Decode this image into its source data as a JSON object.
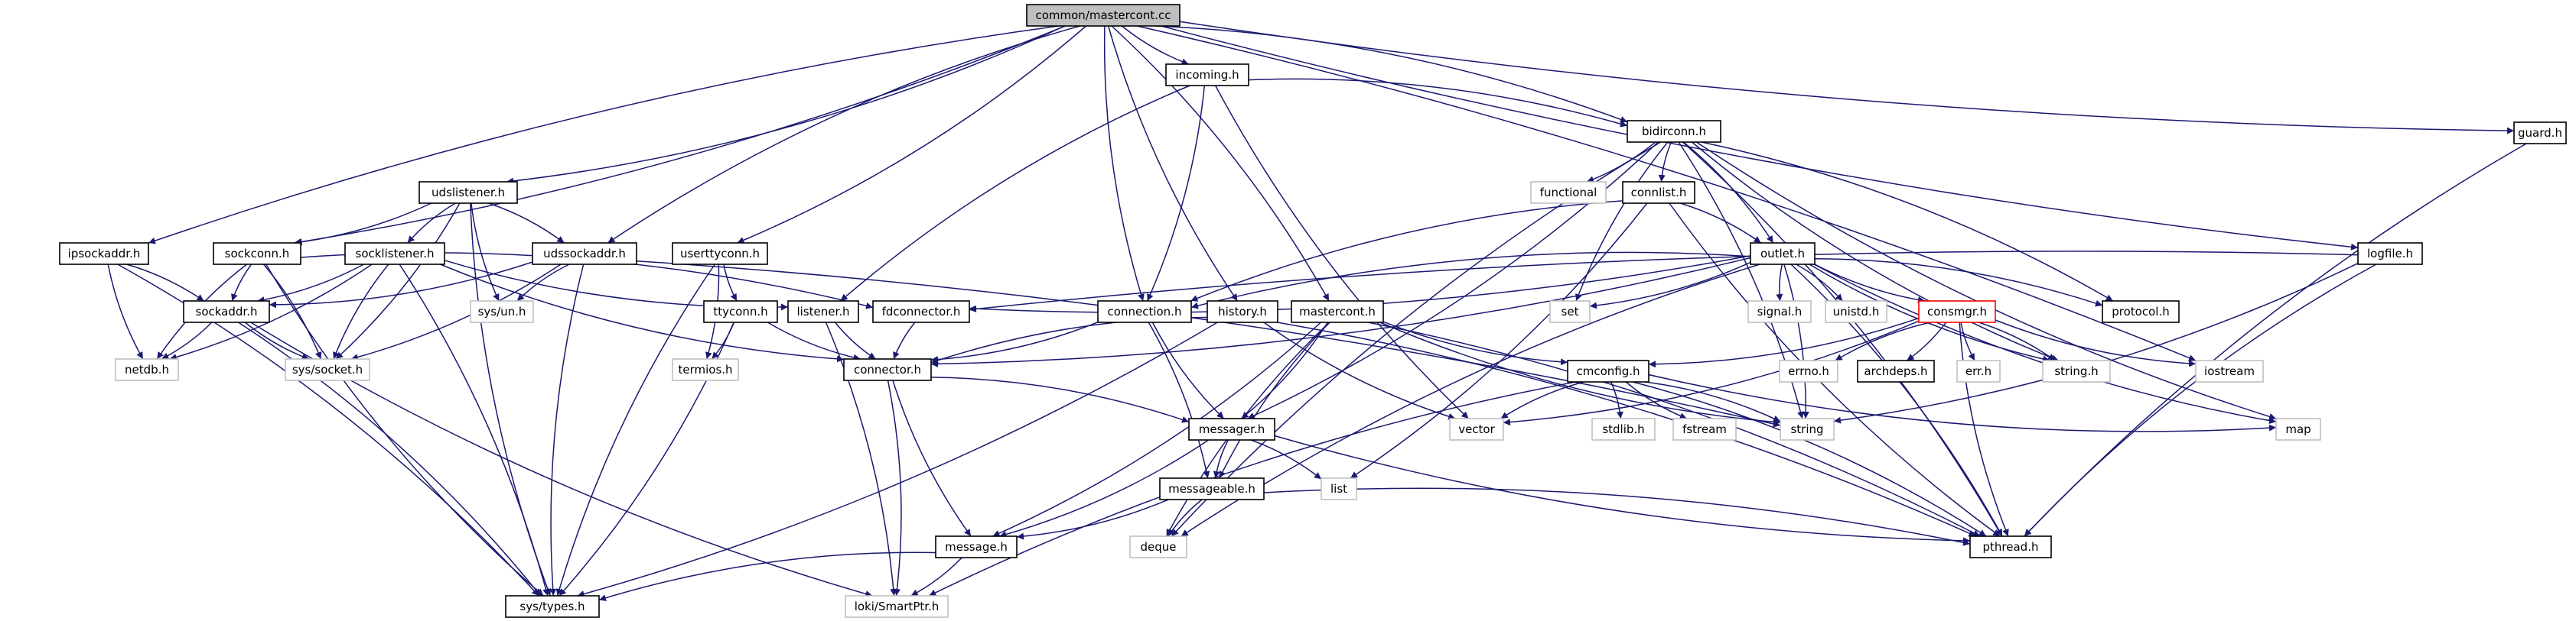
{
  "colors": {
    "edge": "#191970",
    "focus_fill": "#bfbfbf",
    "node_border": "#000000",
    "external_border": "#bfbfbf",
    "warning_border": "#ff0000"
  },
  "nodes": [
    {
      "id": "mastercont_cc",
      "label": "common/mastercont.cc",
      "style": "focus"
    },
    {
      "id": "incoming_h",
      "label": "incoming.h",
      "style": "normal"
    },
    {
      "id": "bidirconn_h",
      "label": "bidirconn.h",
      "style": "normal"
    },
    {
      "id": "guard_h",
      "label": "guard.h",
      "style": "normal"
    },
    {
      "id": "udslistener_h",
      "label": "udslistener.h",
      "style": "normal"
    },
    {
      "id": "ipsockaddr_h",
      "label": "ipsockaddr.h",
      "style": "normal"
    },
    {
      "id": "sockconn_h",
      "label": "sockconn.h",
      "style": "normal"
    },
    {
      "id": "socklistener_h",
      "label": "socklistener.h",
      "style": "normal"
    },
    {
      "id": "udssockaddr_h",
      "label": "udssockaddr.h",
      "style": "normal"
    },
    {
      "id": "userttyconn_h",
      "label": "userttyconn.h",
      "style": "normal"
    },
    {
      "id": "functional",
      "label": "functional",
      "style": "ext"
    },
    {
      "id": "connlist_h",
      "label": "connlist.h",
      "style": "normal"
    },
    {
      "id": "outlet_h",
      "label": "outlet.h",
      "style": "normal"
    },
    {
      "id": "logfile_h",
      "label": "logfile.h",
      "style": "normal"
    },
    {
      "id": "sockaddr_h",
      "label": "sockaddr.h",
      "style": "normal"
    },
    {
      "id": "sys_un_h",
      "label": "sys/un.h",
      "style": "ext"
    },
    {
      "id": "ttyconn_h",
      "label": "ttyconn.h",
      "style": "normal"
    },
    {
      "id": "listener_h",
      "label": "listener.h",
      "style": "normal"
    },
    {
      "id": "fdconnector_h",
      "label": "fdconnector.h",
      "style": "normal"
    },
    {
      "id": "connection_h",
      "label": "connection.h",
      "style": "normal"
    },
    {
      "id": "history_h",
      "label": "history.h",
      "style": "normal"
    },
    {
      "id": "mastercont_h",
      "label": "mastercont.h",
      "style": "normal"
    },
    {
      "id": "set",
      "label": "set",
      "style": "ext"
    },
    {
      "id": "signal_h",
      "label": "signal.h",
      "style": "ext"
    },
    {
      "id": "unistd_h",
      "label": "unistd.h",
      "style": "ext"
    },
    {
      "id": "consmgr_h",
      "label": "consmgr.h",
      "style": "red"
    },
    {
      "id": "protocol_h",
      "label": "protocol.h",
      "style": "normal"
    },
    {
      "id": "netdb_h",
      "label": "netdb.h",
      "style": "ext"
    },
    {
      "id": "sys_socket_h",
      "label": "sys/socket.h",
      "style": "ext"
    },
    {
      "id": "termios_h",
      "label": "termios.h",
      "style": "ext"
    },
    {
      "id": "connector_h",
      "label": "connector.h",
      "style": "normal"
    },
    {
      "id": "cmconfig_h",
      "label": "cmconfig.h",
      "style": "normal"
    },
    {
      "id": "errno_h",
      "label": "errno.h",
      "style": "ext"
    },
    {
      "id": "archdeps_h",
      "label": "archdeps.h",
      "style": "normal"
    },
    {
      "id": "err_h",
      "label": "err.h",
      "style": "ext"
    },
    {
      "id": "string_h",
      "label": "string.h",
      "style": "ext"
    },
    {
      "id": "iostream",
      "label": "iostream",
      "style": "ext"
    },
    {
      "id": "vector",
      "label": "vector",
      "style": "ext"
    },
    {
      "id": "string",
      "label": "string",
      "style": "ext"
    },
    {
      "id": "map",
      "label": "map",
      "style": "ext"
    },
    {
      "id": "stdlib_h",
      "label": "stdlib.h",
      "style": "ext"
    },
    {
      "id": "fstream",
      "label": "fstream",
      "style": "ext"
    },
    {
      "id": "messager_h",
      "label": "messager.h",
      "style": "normal"
    },
    {
      "id": "list",
      "label": "list",
      "style": "ext"
    },
    {
      "id": "messageable_h",
      "label": "messageable.h",
      "style": "normal"
    },
    {
      "id": "message_h",
      "label": "message.h",
      "style": "normal"
    },
    {
      "id": "deque",
      "label": "deque",
      "style": "ext"
    },
    {
      "id": "pthread_h",
      "label": "pthread.h",
      "style": "normal"
    },
    {
      "id": "sys_types_h",
      "label": "sys/types.h",
      "style": "normal"
    },
    {
      "id": "loki_smartptr_h",
      "label": "loki/SmartPtr.h",
      "style": "ext"
    }
  ],
  "edges": [
    [
      "mastercont_cc",
      "incoming_h"
    ],
    [
      "mastercont_cc",
      "bidirconn_h"
    ],
    [
      "mastercont_cc",
      "guard_h"
    ],
    [
      "mastercont_cc",
      "udslistener_h"
    ],
    [
      "mastercont_cc",
      "ipsockaddr_h"
    ],
    [
      "mastercont_cc",
      "sockconn_h"
    ],
    [
      "mastercont_cc",
      "udssockaddr_h"
    ],
    [
      "mastercont_cc",
      "userttyconn_h"
    ],
    [
      "mastercont_cc",
      "history_h"
    ],
    [
      "mastercont_cc",
      "mastercont_h"
    ],
    [
      "mastercont_cc",
      "logfile_h"
    ],
    [
      "mastercont_cc",
      "iostream"
    ],
    [
      "mastercont_cc",
      "connection_h"
    ],
    [
      "incoming_h",
      "bidirconn_h"
    ],
    [
      "incoming_h",
      "listener_h"
    ],
    [
      "incoming_h",
      "connection_h"
    ],
    [
      "incoming_h",
      "vector"
    ],
    [
      "bidirconn_h",
      "functional"
    ],
    [
      "bidirconn_h",
      "connlist_h"
    ],
    [
      "bidirconn_h",
      "outlet_h"
    ],
    [
      "bidirconn_h",
      "set"
    ],
    [
      "bidirconn_h",
      "protocol_h"
    ],
    [
      "bidirconn_h",
      "string_h"
    ],
    [
      "bidirconn_h",
      "string"
    ],
    [
      "bidirconn_h",
      "map"
    ],
    [
      "bidirconn_h",
      "pthread_h"
    ],
    [
      "bidirconn_h",
      "deque"
    ],
    [
      "bidirconn_h",
      "messager_h"
    ],
    [
      "guard_h",
      "pthread_h"
    ],
    [
      "udslistener_h",
      "sockconn_h"
    ],
    [
      "udslistener_h",
      "socklistener_h"
    ],
    [
      "udslistener_h",
      "udssockaddr_h"
    ],
    [
      "udslistener_h",
      "sys_un_h"
    ],
    [
      "udslistener_h",
      "sys_socket_h"
    ],
    [
      "udslistener_h",
      "sys_types_h"
    ],
    [
      "ipsockaddr_h",
      "sockaddr_h"
    ],
    [
      "ipsockaddr_h",
      "netdb_h"
    ],
    [
      "ipsockaddr_h",
      "sys_types_h"
    ],
    [
      "sockconn_h",
      "sockaddr_h"
    ],
    [
      "sockconn_h",
      "fdconnector_h"
    ],
    [
      "sockconn_h",
      "netdb_h"
    ],
    [
      "sockconn_h",
      "sys_socket_h"
    ],
    [
      "sockconn_h",
      "sys_types_h"
    ],
    [
      "socklistener_h",
      "sockaddr_h"
    ],
    [
      "socklistener_h",
      "listener_h"
    ],
    [
      "socklistener_h",
      "netdb_h"
    ],
    [
      "socklistener_h",
      "sys_socket_h"
    ],
    [
      "socklistener_h",
      "sys_types_h"
    ],
    [
      "socklistener_h",
      "connector_h"
    ],
    [
      "udssockaddr_h",
      "sockaddr_h"
    ],
    [
      "udssockaddr_h",
      "sys_un_h"
    ],
    [
      "udssockaddr_h",
      "sys_socket_h"
    ],
    [
      "udssockaddr_h",
      "sys_types_h"
    ],
    [
      "udssockaddr_h",
      "string"
    ],
    [
      "userttyconn_h",
      "ttyconn_h"
    ],
    [
      "userttyconn_h",
      "termios_h"
    ],
    [
      "userttyconn_h",
      "sys_types_h"
    ],
    [
      "connlist_h",
      "outlet_h"
    ],
    [
      "connlist_h",
      "connection_h"
    ],
    [
      "connlist_h",
      "list"
    ],
    [
      "connlist_h",
      "pthread_h"
    ],
    [
      "outlet_h",
      "fdconnector_h"
    ],
    [
      "outlet_h",
      "connection_h"
    ],
    [
      "outlet_h",
      "set"
    ],
    [
      "outlet_h",
      "signal_h"
    ],
    [
      "outlet_h",
      "unistd_h"
    ],
    [
      "outlet_h",
      "consmgr_h"
    ],
    [
      "outlet_h",
      "protocol_h"
    ],
    [
      "outlet_h",
      "string_h"
    ],
    [
      "outlet_h",
      "string"
    ],
    [
      "outlet_h",
      "map"
    ],
    [
      "outlet_h",
      "pthread_h"
    ],
    [
      "outlet_h",
      "deque"
    ],
    [
      "outlet_h",
      "connector_h"
    ],
    [
      "logfile_h",
      "fdconnector_h"
    ],
    [
      "logfile_h",
      "string"
    ],
    [
      "logfile_h",
      "pthread_h"
    ],
    [
      "sockaddr_h",
      "netdb_h"
    ],
    [
      "sockaddr_h",
      "sys_socket_h"
    ],
    [
      "sockaddr_h",
      "sys_types_h"
    ],
    [
      "sockaddr_h",
      "loki_smartptr_h"
    ],
    [
      "ttyconn_h",
      "termios_h"
    ],
    [
      "ttyconn_h",
      "connector_h"
    ],
    [
      "ttyconn_h",
      "sys_types_h"
    ],
    [
      "listener_h",
      "connector_h"
    ],
    [
      "listener_h",
      "loki_smartptr_h"
    ],
    [
      "fdconnector_h",
      "connector_h"
    ],
    [
      "connection_h",
      "connector_h"
    ],
    [
      "connection_h",
      "messager_h"
    ],
    [
      "connection_h",
      "messageable_h"
    ],
    [
      "history_h",
      "connector_h"
    ],
    [
      "history_h",
      "sys_types_h"
    ],
    [
      "history_h",
      "vector"
    ],
    [
      "history_h",
      "pthread_h"
    ],
    [
      "mastercont_h",
      "cmconfig_h"
    ],
    [
      "mastercont_h",
      "messager_h"
    ],
    [
      "mastercont_h",
      "messageable_h"
    ],
    [
      "mastercont_h",
      "message_h"
    ],
    [
      "mastercont_h",
      "deque"
    ],
    [
      "mastercont_h",
      "pthread_h"
    ],
    [
      "mastercont_h",
      "string"
    ],
    [
      "consmgr_h",
      "cmconfig_h"
    ],
    [
      "consmgr_h",
      "errno_h"
    ],
    [
      "consmgr_h",
      "archdeps_h"
    ],
    [
      "consmgr_h",
      "err_h"
    ],
    [
      "consmgr_h",
      "string_h"
    ],
    [
      "consmgr_h",
      "iostream"
    ],
    [
      "consmgr_h",
      "vector"
    ],
    [
      "consmgr_h",
      "pthread_h"
    ],
    [
      "connector_h",
      "messager_h"
    ],
    [
      "connector_h",
      "message_h"
    ],
    [
      "connector_h",
      "loki_smartptr_h"
    ],
    [
      "cmconfig_h",
      "vector"
    ],
    [
      "cmconfig_h",
      "string"
    ],
    [
      "cmconfig_h",
      "map"
    ],
    [
      "cmconfig_h",
      "stdlib_h"
    ],
    [
      "cmconfig_h",
      "fstream"
    ],
    [
      "cmconfig_h",
      "pthread_h"
    ],
    [
      "cmconfig_h",
      "loki_smartptr_h"
    ],
    [
      "messager_h",
      "list"
    ],
    [
      "messager_h",
      "messageable_h"
    ],
    [
      "messager_h",
      "message_h"
    ],
    [
      "messager_h",
      "pthread_h"
    ],
    [
      "messageable_h",
      "message_h"
    ],
    [
      "messageable_h",
      "deque"
    ],
    [
      "messageable_h",
      "pthread_h"
    ],
    [
      "message_h",
      "sys_types_h"
    ],
    [
      "message_h",
      "loki_smartptr_h"
    ]
  ]
}
